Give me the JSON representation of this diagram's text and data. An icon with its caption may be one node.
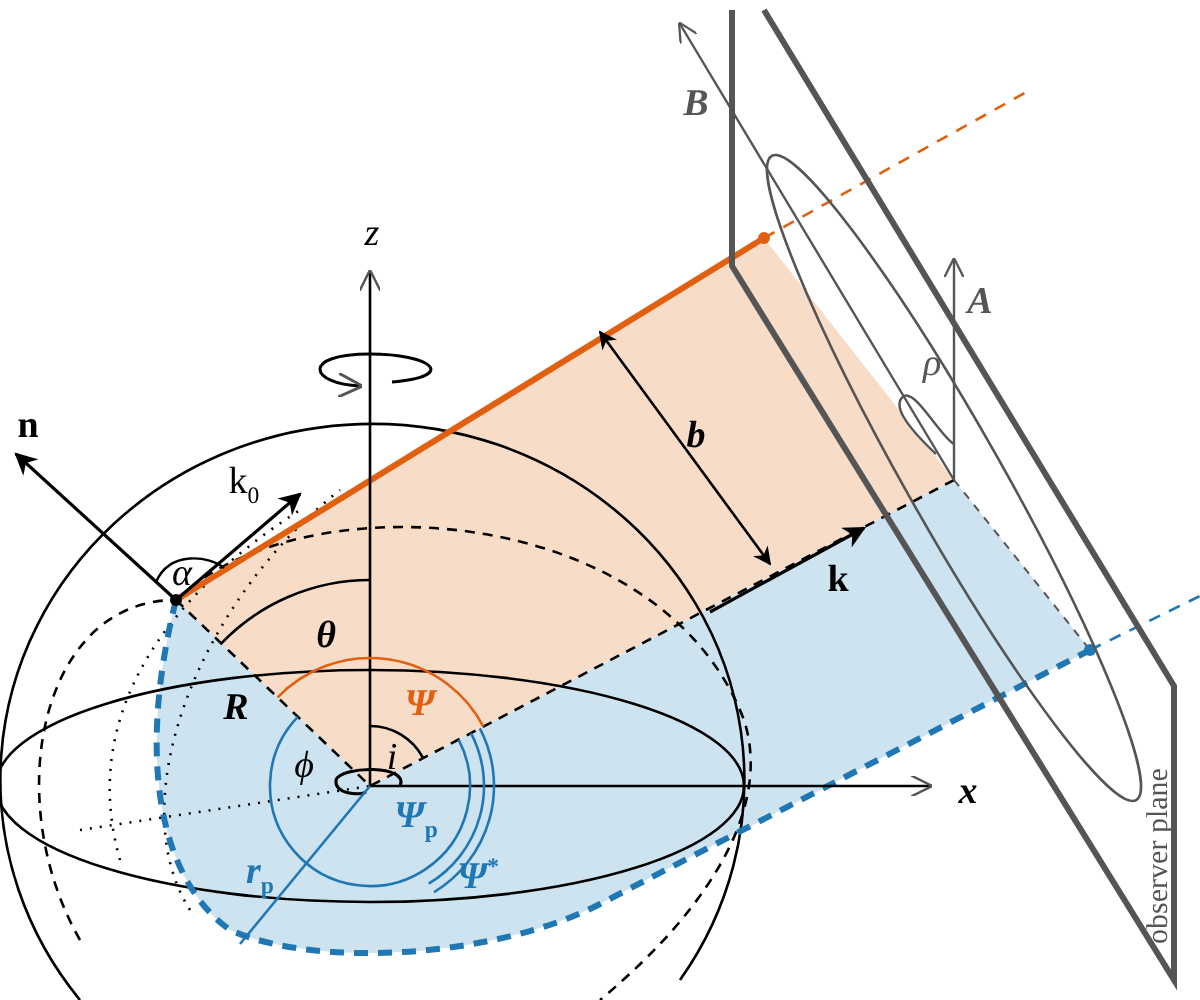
{
  "diagram": {
    "labels": [
      "B",
      "z",
      "A",
      "ρ",
      "b",
      "n",
      "k$_{0}$",
      "k",
      "α",
      "θ",
      "R",
      "Ψ",
      "i",
      "ϕ",
      "x",
      "Ψ$_{p}$",
      "r$_{p}$",
      "Ψ$^{*}$",
      "observer plane"
    ]
  }
}
